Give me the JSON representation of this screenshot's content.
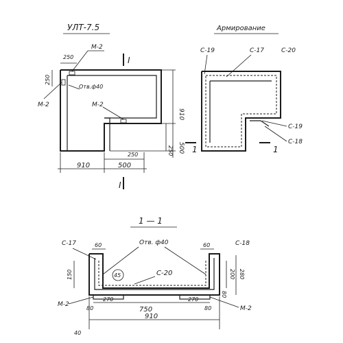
{
  "plan": {
    "title": "УЛТ-7.5",
    "section_mark": "I",
    "labels": {
      "m2_top": "М-2",
      "m2_left": "М-2",
      "m2_mid": "М-2",
      "hole": "Отв.ф40"
    },
    "dims": {
      "d250_top": "250",
      "d250_left": "250",
      "d910_right": "910",
      "d500_right": "500",
      "d250_right": "250",
      "d250_bottom": "250",
      "d910_bottom": "910",
      "d500_bottom": "500"
    }
  },
  "reinforcement": {
    "title": "Армирование",
    "section_mark": "1",
    "labels": {
      "c19_top": "С-19",
      "c17_top": "С-17",
      "c20_top": "С-20",
      "c19_right": "С-19",
      "c18_right": "С-18"
    }
  },
  "section": {
    "title": "1 — 1",
    "labels": {
      "c17": "С-17",
      "c18": "С-18",
      "c20": "С-20",
      "hole": "Отв. ф40",
      "circle": "45",
      "m2_left": "М-2",
      "m2_right": "М-2"
    },
    "dims": {
      "d60_left": "60",
      "d60_right": "60",
      "d150": "150",
      "d200": "200",
      "d280": "280",
      "d80_right": "80",
      "d270_left": "270",
      "d750": "750",
      "d270_right": "270",
      "d80_bl": "80",
      "d80_br": "80",
      "d910": "910",
      "d40": "40"
    }
  }
}
